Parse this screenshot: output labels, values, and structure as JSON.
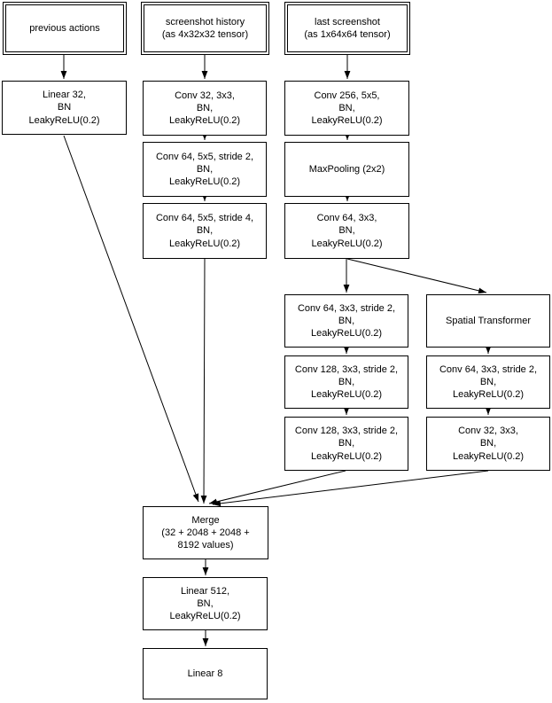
{
  "diagram": {
    "description": "neural network architecture flowchart",
    "colors": {
      "background": "#ffffff",
      "node_fill": "#ffffff",
      "node_border": "#000000",
      "text": "#000000",
      "edge": "#000000"
    },
    "nodes": {
      "prev_actions": {
        "label": "previous actions",
        "shape": "double-box"
      },
      "screenshot_history": {
        "label": "screenshot history\n(as 4x32x32 tensor)",
        "shape": "double-box"
      },
      "last_screenshot": {
        "label": "last screenshot\n(as 1x64x64 tensor)",
        "shape": "double-box"
      },
      "linear32": {
        "label": "Linear 32,\nBN\nLeakyReLU(0.2)",
        "shape": "box"
      },
      "conv32_hist": {
        "label": "Conv 32, 3x3,\nBN,\nLeakyReLU(0.2)",
        "shape": "box"
      },
      "conv256": {
        "label": "Conv 256, 5x5,\nBN,\nLeakyReLU(0.2)",
        "shape": "box"
      },
      "conv64_s2_hist": {
        "label": "Conv 64, 5x5, stride 2,\nBN,\nLeakyReLU(0.2)",
        "shape": "box"
      },
      "maxpool": {
        "label": "MaxPooling (2x2)",
        "shape": "box"
      },
      "conv64_s4_hist": {
        "label": "Conv 64, 5x5, stride 4,\nBN,\nLeakyReLU(0.2)",
        "shape": "box"
      },
      "conv64_3x3": {
        "label": "Conv 64, 3x3,\nBN,\nLeakyReLU(0.2)",
        "shape": "box"
      },
      "conv64_3x3_s2": {
        "label": "Conv 64, 3x3, stride 2,\nBN,\nLeakyReLU(0.2)",
        "shape": "box"
      },
      "spatial_transformer": {
        "label": "Spatial Transformer",
        "shape": "box"
      },
      "conv128_s2_a": {
        "label": "Conv 128, 3x3, stride 2,\nBN,\nLeakyReLU(0.2)",
        "shape": "box"
      },
      "conv64_st_s2": {
        "label": "Conv 64, 3x3, stride 2,\nBN,\nLeakyReLU(0.2)",
        "shape": "box"
      },
      "conv128_s2_b": {
        "label": "Conv 128, 3x3, stride 2,\nBN,\nLeakyReLU(0.2)",
        "shape": "box"
      },
      "conv32_st": {
        "label": "Conv 32, 3x3,\nBN,\nLeakyReLU(0.2)",
        "shape": "box"
      },
      "merge": {
        "label": "Merge\n(32 + 2048 + 2048 +\n8192 values)",
        "shape": "box"
      },
      "linear512": {
        "label": "Linear 512,\nBN,\nLeakyReLU(0.2)",
        "shape": "box"
      },
      "linear8": {
        "label": "Linear 8",
        "shape": "box"
      }
    },
    "edges": [
      {
        "from": "prev_actions",
        "to": "linear32"
      },
      {
        "from": "screenshot_history",
        "to": "conv32_hist"
      },
      {
        "from": "last_screenshot",
        "to": "conv256"
      },
      {
        "from": "conv32_hist",
        "to": "conv64_s2_hist"
      },
      {
        "from": "conv64_s2_hist",
        "to": "conv64_s4_hist"
      },
      {
        "from": "conv256",
        "to": "maxpool"
      },
      {
        "from": "maxpool",
        "to": "conv64_3x3"
      },
      {
        "from": "conv64_3x3",
        "to": "conv64_3x3_s2"
      },
      {
        "from": "conv64_3x3",
        "to": "spatial_transformer"
      },
      {
        "from": "conv64_3x3_s2",
        "to": "conv128_s2_a"
      },
      {
        "from": "conv128_s2_a",
        "to": "conv128_s2_b"
      },
      {
        "from": "spatial_transformer",
        "to": "conv64_st_s2"
      },
      {
        "from": "conv64_st_s2",
        "to": "conv32_st"
      },
      {
        "from": "linear32",
        "to": "merge"
      },
      {
        "from": "conv64_s4_hist",
        "to": "merge"
      },
      {
        "from": "conv128_s2_b",
        "to": "merge"
      },
      {
        "from": "conv32_st",
        "to": "merge"
      },
      {
        "from": "merge",
        "to": "linear512"
      },
      {
        "from": "linear512",
        "to": "linear8"
      }
    ]
  }
}
